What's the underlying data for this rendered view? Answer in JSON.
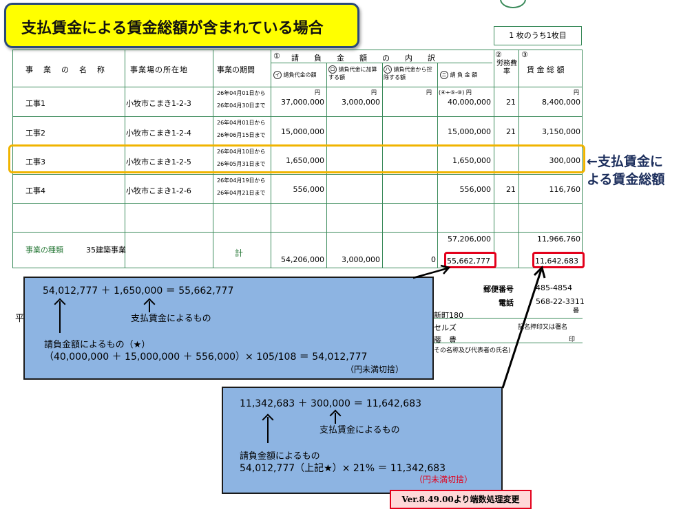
{
  "banner": {
    "title": "支払賃金による賃金総額が含まれている場合"
  },
  "page_indicator": "1 枚のうち1枚目",
  "headers": {
    "name": "事　業　の　名　称",
    "location": "事業場の所在地",
    "period": "事業の期間",
    "breakdown_num": "①",
    "breakdown": "請　　負　　金　　額　　の　　内　　訳",
    "sub_i": "請負代金の額",
    "sub_ro": "請負代金に加算する額",
    "sub_ha": "請負代金から控除する額",
    "sub_ni": "請 負 金 額",
    "rate_num": "②",
    "rate": "労務費率",
    "total_num": "③",
    "total": "賃 金 総 額",
    "yen": "円",
    "formula": "(④+⑥-⑧) 円"
  },
  "rows": [
    {
      "name": "工事1",
      "address": "小牧市こまき1-2-3",
      "from": "26年04月01日から",
      "to": "26年04月30日まで",
      "contract": "37,000,000",
      "added": "3,000,000",
      "deducted": "",
      "amount": "40,000,000",
      "rate": "21",
      "wages": "8,400,000"
    },
    {
      "name": "工事2",
      "address": "小牧市こまき1-2-4",
      "from": "26年04月01日から",
      "to": "26年06月15日まで",
      "contract": "15,000,000",
      "added": "",
      "deducted": "",
      "amount": "15,000,000",
      "rate": "21",
      "wages": "3,150,000"
    },
    {
      "name": "工事3",
      "address": "小牧市こまき1-2-5",
      "from": "26年04月10日から",
      "to": "26年05月31日まで",
      "contract": "1,650,000",
      "added": "",
      "deducted": "",
      "amount": "1,650,000",
      "rate": "",
      "wages": "300,000"
    },
    {
      "name": "工事4",
      "address": "小牧市こまき1-2-6",
      "from": "26年04月19日から",
      "to": "26年04月21日まで",
      "contract": "556,000",
      "added": "",
      "deducted": "",
      "amount": "556,000",
      "rate": "21",
      "wages": "116,760"
    }
  ],
  "footer": {
    "type_label": "事業の種類",
    "type_value": "35建築事業",
    "total_label": "計",
    "sum_amount_top": "57,206,000",
    "sum_wages_top": "11,966,760",
    "sum_contract": "54,206,000",
    "sum_added": "3,000,000",
    "sum_deducted": "0",
    "sum_amount": "55,662,777",
    "sum_wages": "11,642,683"
  },
  "side_label": {
    "line1": "←支払賃金に",
    "line2": "よる賃金総額"
  },
  "lower_form": {
    "postal_label": "郵便番号",
    "postal_value": "485-4854",
    "phone_label": "電話",
    "phone_value": "568-22-3311",
    "ban": "番",
    "address_frag": "新町180",
    "company_frag": "セルズ",
    "person_frag": "藤　豊",
    "seal_note": "記名押印又は署名",
    "seal": "印",
    "rep_note": "その名称及び代表者の氏名)",
    "hei": "平"
  },
  "callout1": {
    "eq": "54,012,777 ＋ 1,650,000 ＝ 55,662,777",
    "note_paid": "支払賃金によるもの",
    "note_contract": "請負金額によるもの（★）",
    "calc": "（40,000,000 ＋ 15,000,000 ＋ 556,000）× 105/108 ＝ 54,012,777",
    "rounding": "（円未満切捨）"
  },
  "callout2": {
    "eq": "11,342,683 ＋ 300,000 ＝ 11,642,683",
    "note_paid": "支払賃金によるもの",
    "note_contract": "請負金額によるもの",
    "calc": "54,012,777（上記★）× 21% ＝ 11,342,683",
    "rounding": "（円未満切捨）"
  },
  "version_note": "Ver.8.49.00より端数処理変更",
  "colors": {
    "banner": "#ffff00",
    "callout": "#8db4e2",
    "highlight": "#f0b400",
    "red": "#e3001b",
    "grid": "#3a8a5a"
  }
}
